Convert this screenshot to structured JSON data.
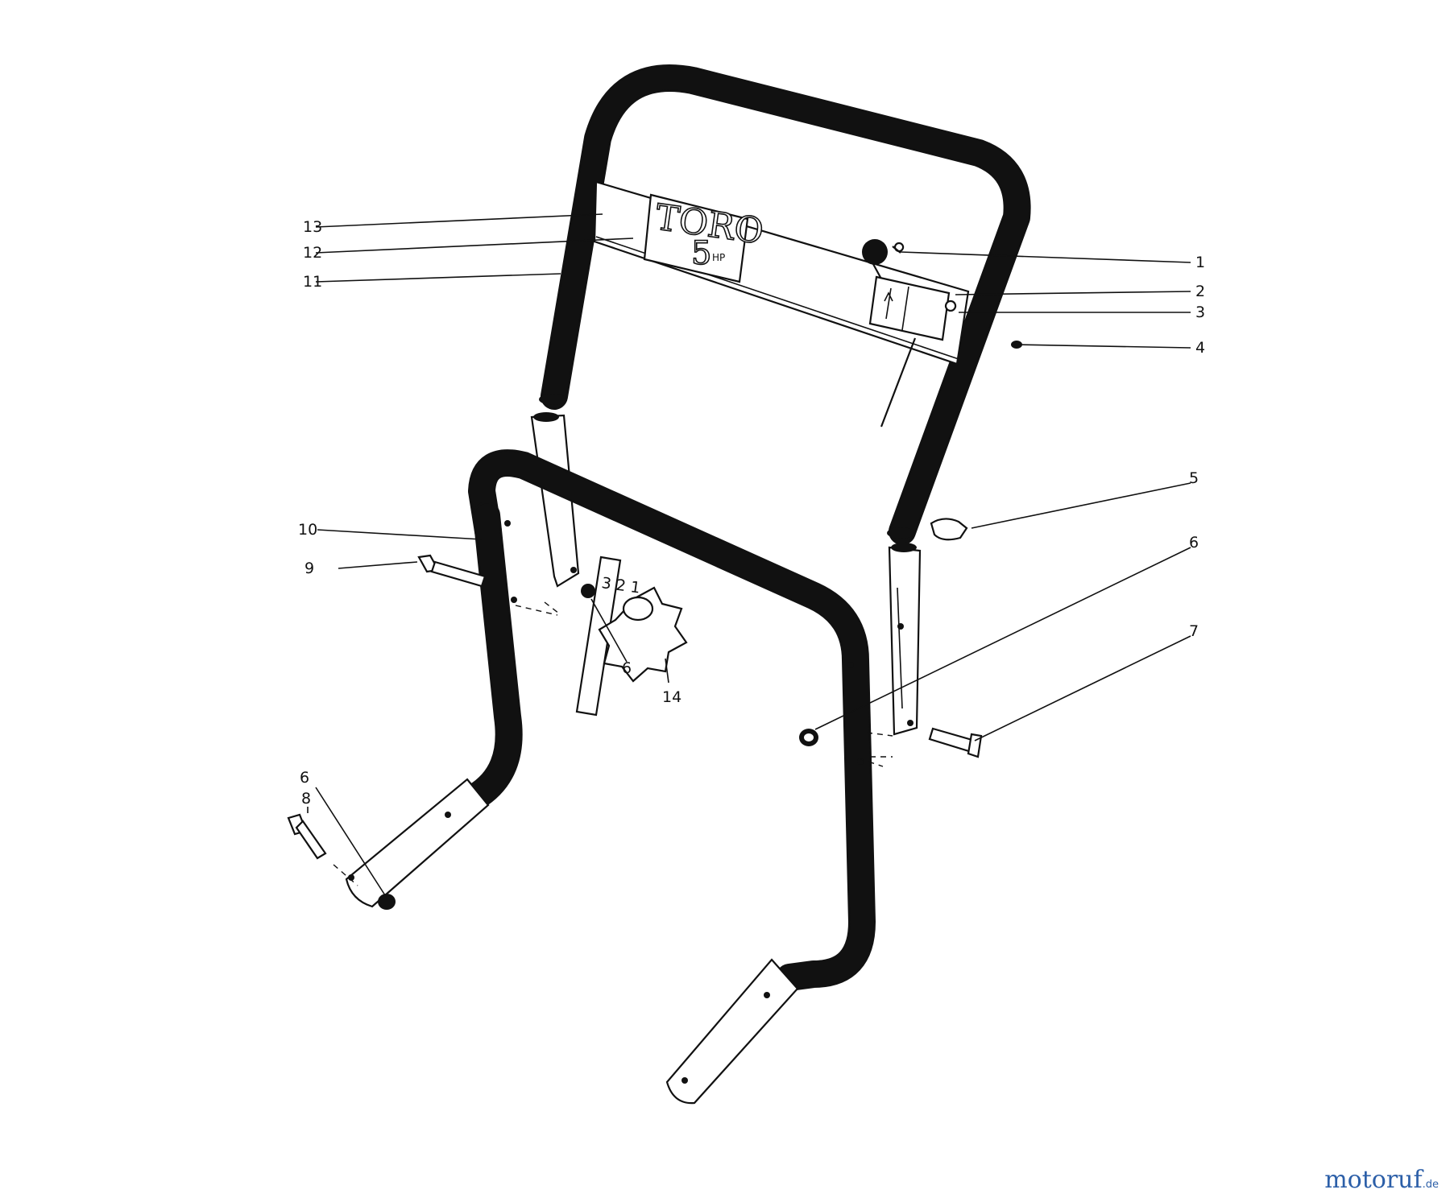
{
  "diagram": {
    "brand_decal": {
      "brand": "TORO",
      "hp_number": "5",
      "hp_unit": "HP"
    },
    "callouts": [
      {
        "id": "c1",
        "label": "1"
      },
      {
        "id": "c2",
        "label": "2"
      },
      {
        "id": "c3",
        "label": "3"
      },
      {
        "id": "c4",
        "label": "4"
      },
      {
        "id": "c5",
        "label": "5"
      },
      {
        "id": "c6a",
        "label": "6"
      },
      {
        "id": "c7",
        "label": "7"
      },
      {
        "id": "c6b",
        "label": "6"
      },
      {
        "id": "c14",
        "label": "14"
      },
      {
        "id": "c6c",
        "label": "6"
      },
      {
        "id": "c8",
        "label": "8"
      },
      {
        "id": "c9",
        "label": "9"
      },
      {
        "id": "c10",
        "label": "10"
      },
      {
        "id": "c11",
        "label": "11"
      },
      {
        "id": "c12",
        "label": "12"
      },
      {
        "id": "c13",
        "label": "13"
      }
    ]
  },
  "watermark": {
    "text": "motoruf",
    "suffix": ".de",
    "color": "#2c5fa8"
  }
}
